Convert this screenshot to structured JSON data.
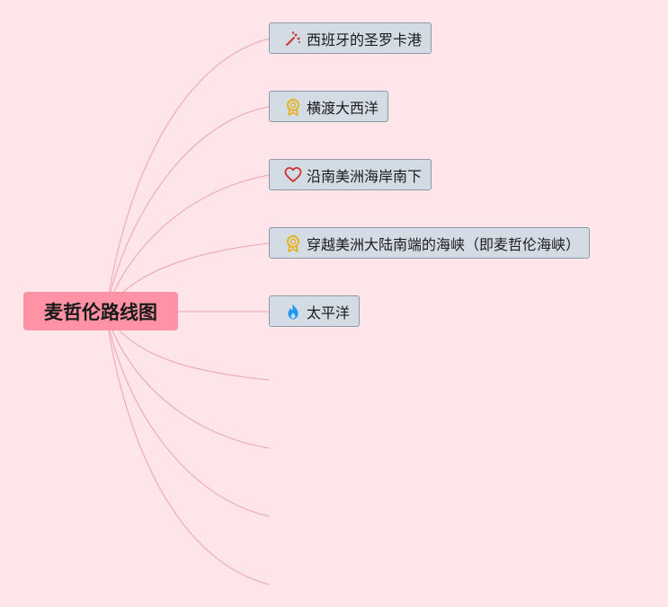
{
  "root": {
    "label": "麦哲伦路线图"
  },
  "topics": [
    {
      "label": "西班牙的圣罗卡港",
      "icon": "flag-icon"
    },
    {
      "label": "横渡大西洋",
      "icon": "award-icon"
    },
    {
      "label": "沿南美洲海岸南下",
      "icon": "heart-icon"
    },
    {
      "label": "穿越美洲大陆南端的海峡（即麦哲伦海峡）",
      "icon": "award-icon"
    },
    {
      "label": "太平洋",
      "icon": "fire-icon"
    }
  ],
  "colors": {
    "background": "#fde5ea",
    "root_fill": "#ff92a5",
    "topic_fill": "#d3dbe5",
    "topic_border": "#8c9aa8",
    "connector": "#f0a1b2"
  }
}
